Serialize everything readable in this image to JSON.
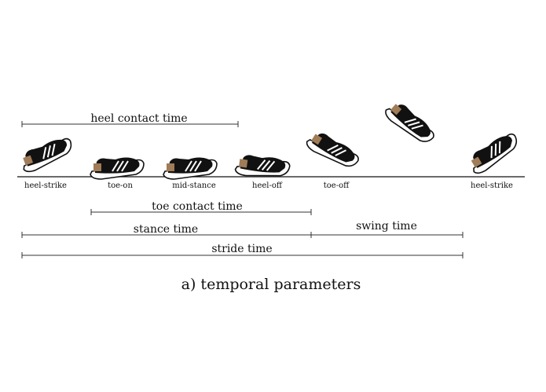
{
  "diagram": {
    "caption": "a) temporal parameters",
    "events": [
      {
        "label": "heel-strike"
      },
      {
        "label": "toe-on"
      },
      {
        "label": "mid-stance"
      },
      {
        "label": "heel-off"
      },
      {
        "label": "toe-off"
      },
      {
        "label": "heel-strike"
      }
    ],
    "intervals": [
      {
        "label": "heel contact time"
      },
      {
        "label": "toe contact time"
      },
      {
        "label": "stance time"
      },
      {
        "label": "swing time"
      },
      {
        "label": "stride time"
      }
    ],
    "colors": {
      "shoe_body": "#111111",
      "shoe_sole": "#ffffff",
      "shoe_stripes": "#ffffff",
      "heel_patch": "#a07c57",
      "line": "#333333"
    },
    "icons": [
      "sneaker-icon"
    ]
  }
}
